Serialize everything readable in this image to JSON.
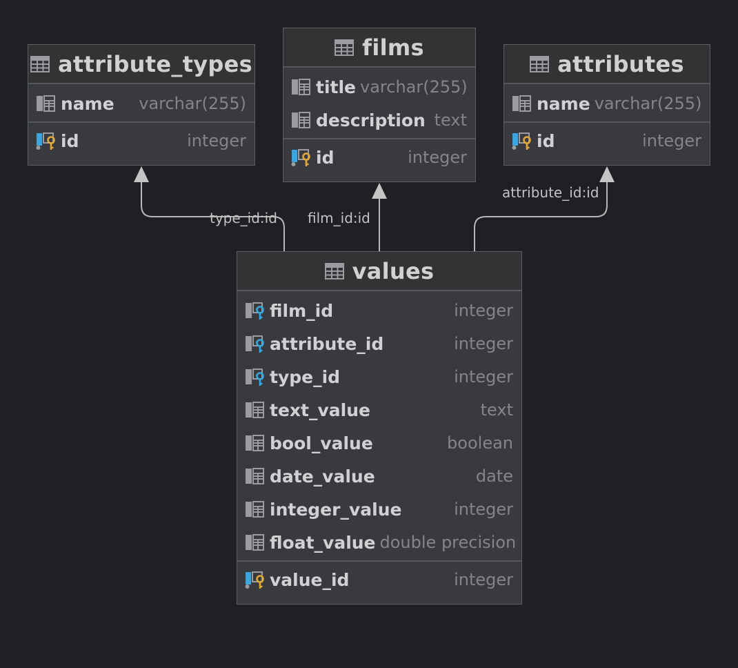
{
  "tables": {
    "attribute_types": {
      "name": "attribute_types",
      "columns": [
        {
          "name": "name",
          "type": "varchar(255)",
          "kind": "column"
        }
      ],
      "keys": [
        {
          "name": "id",
          "type": "integer",
          "kind": "primary-key"
        }
      ]
    },
    "films": {
      "name": "films",
      "columns": [
        {
          "name": "title",
          "type": "varchar(255)",
          "kind": "column"
        },
        {
          "name": "description",
          "type": "text",
          "kind": "column"
        }
      ],
      "keys": [
        {
          "name": "id",
          "type": "integer",
          "kind": "primary-key"
        }
      ]
    },
    "attributes": {
      "name": "attributes",
      "columns": [
        {
          "name": "name",
          "type": "varchar(255)",
          "kind": "column"
        }
      ],
      "keys": [
        {
          "name": "id",
          "type": "integer",
          "kind": "primary-key"
        }
      ]
    },
    "values": {
      "name": "values",
      "columns": [
        {
          "name": "film_id",
          "type": "integer",
          "kind": "foreign-key"
        },
        {
          "name": "attribute_id",
          "type": "integer",
          "kind": "foreign-key"
        },
        {
          "name": "type_id",
          "type": "integer",
          "kind": "foreign-key"
        },
        {
          "name": "text_value",
          "type": "text",
          "kind": "column"
        },
        {
          "name": "bool_value",
          "type": "boolean",
          "kind": "column"
        },
        {
          "name": "date_value",
          "type": "date",
          "kind": "column"
        },
        {
          "name": "integer_value",
          "type": "integer",
          "kind": "column"
        },
        {
          "name": "float_value",
          "type": "double precision",
          "kind": "column"
        }
      ],
      "keys": [
        {
          "name": "value_id",
          "type": "integer",
          "kind": "primary-key"
        }
      ]
    }
  },
  "relations": [
    {
      "label": "type_id:id",
      "from": "values",
      "to": "attribute_types"
    },
    {
      "label": "film_id:id",
      "from": "values",
      "to": "films"
    },
    {
      "label": "attribute_id:id",
      "from": "values",
      "to": "attributes"
    }
  ],
  "colors": {
    "background": "#1f2023",
    "table_body": "#383a3d",
    "table_header": "#323334",
    "edge": "#b8b8b8",
    "primary_key": "#e0a93a",
    "foreign_key": "#39a6e0"
  },
  "icons": {
    "table": "table-icon",
    "column": "column-icon",
    "primary_key": "primary-key-icon",
    "foreign_key": "foreign-key-icon"
  }
}
